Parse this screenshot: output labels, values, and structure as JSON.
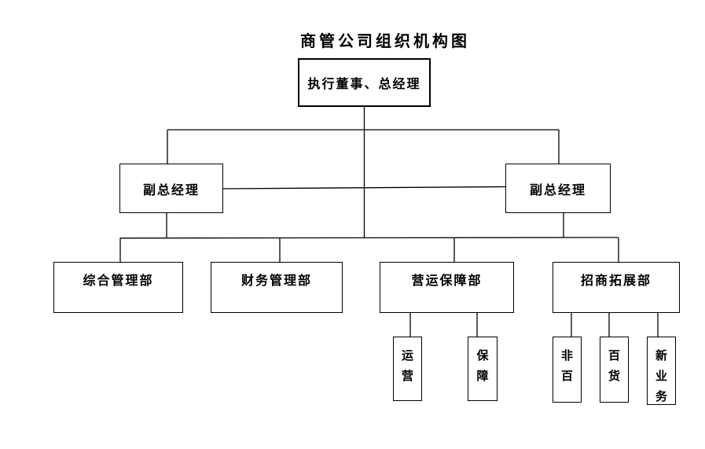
{
  "title": "商管公司组织机构图",
  "palette": {
    "background": "#ffffff",
    "line": "#000000",
    "box_border": "#000000",
    "text": "#000000"
  },
  "org": {
    "root": {
      "label": "执行董事、总经理"
    },
    "vice_presidents": [
      {
        "label": "副总经理"
      },
      {
        "label": "副总经理"
      }
    ],
    "departments": [
      {
        "label": "综合管理部"
      },
      {
        "label": "财务管理部"
      },
      {
        "label": "营运保障部"
      },
      {
        "label": "招商拓展部"
      }
    ],
    "teams": [
      {
        "label": "运营",
        "parent": "营运保障部"
      },
      {
        "label": "保障",
        "parent": "营运保障部"
      },
      {
        "label": "非百",
        "parent": "招商拓展部"
      },
      {
        "label": "百货",
        "parent": "招商拓展部"
      },
      {
        "label": "新业务",
        "parent": "招商拓展部"
      }
    ]
  }
}
